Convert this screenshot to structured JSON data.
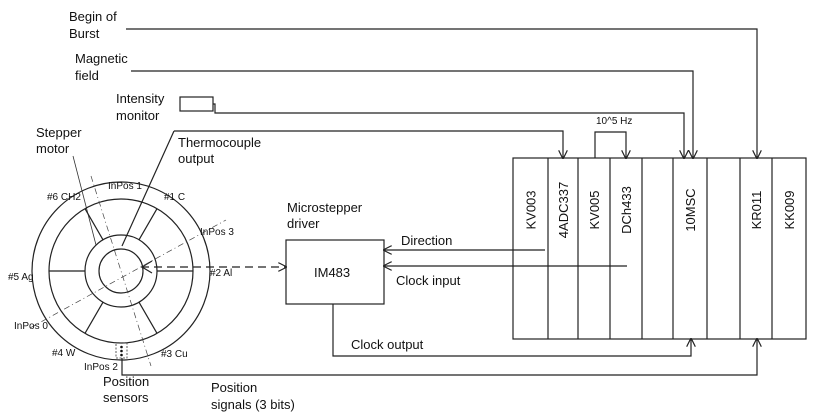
{
  "labels": {
    "begin_of_burst_1": "Begin of",
    "begin_of_burst_2": "Burst",
    "magnetic_field_1": "Magnetic",
    "magnetic_field_2": "field",
    "intensity_monitor_1": "Intensity",
    "intensity_monitor_2": "monitor",
    "thermocouple_1": "Thermocouple",
    "thermocouple_2": "output",
    "stepper_motor_1": "Stepper",
    "stepper_motor_2": "motor",
    "microstepper_1": "Microstepper",
    "microstepper_2": "driver",
    "frequency": "10^5 Hz",
    "direction": "Direction",
    "clock_input": "Clock input",
    "clock_output": "Clock output",
    "position_sensors_1": "Position",
    "position_sensors_2": "sensors",
    "position_signals_1": "Position",
    "position_signals_2": "signals (3 bits)"
  },
  "driver_name": "IM483",
  "modules": [
    "KV003",
    "4ADC337",
    "KV005",
    "DCh433",
    "",
    "10MSC",
    "",
    "KR011",
    "KK009"
  ],
  "wheel": {
    "targets": [
      "#6 CH2",
      "#1 C",
      "#2 Al",
      "#3 Cu",
      "#4 W",
      "#5 Ag"
    ],
    "positions": [
      "InPos 1",
      "InPos 3",
      "InPos 0",
      "InPos 2"
    ]
  }
}
